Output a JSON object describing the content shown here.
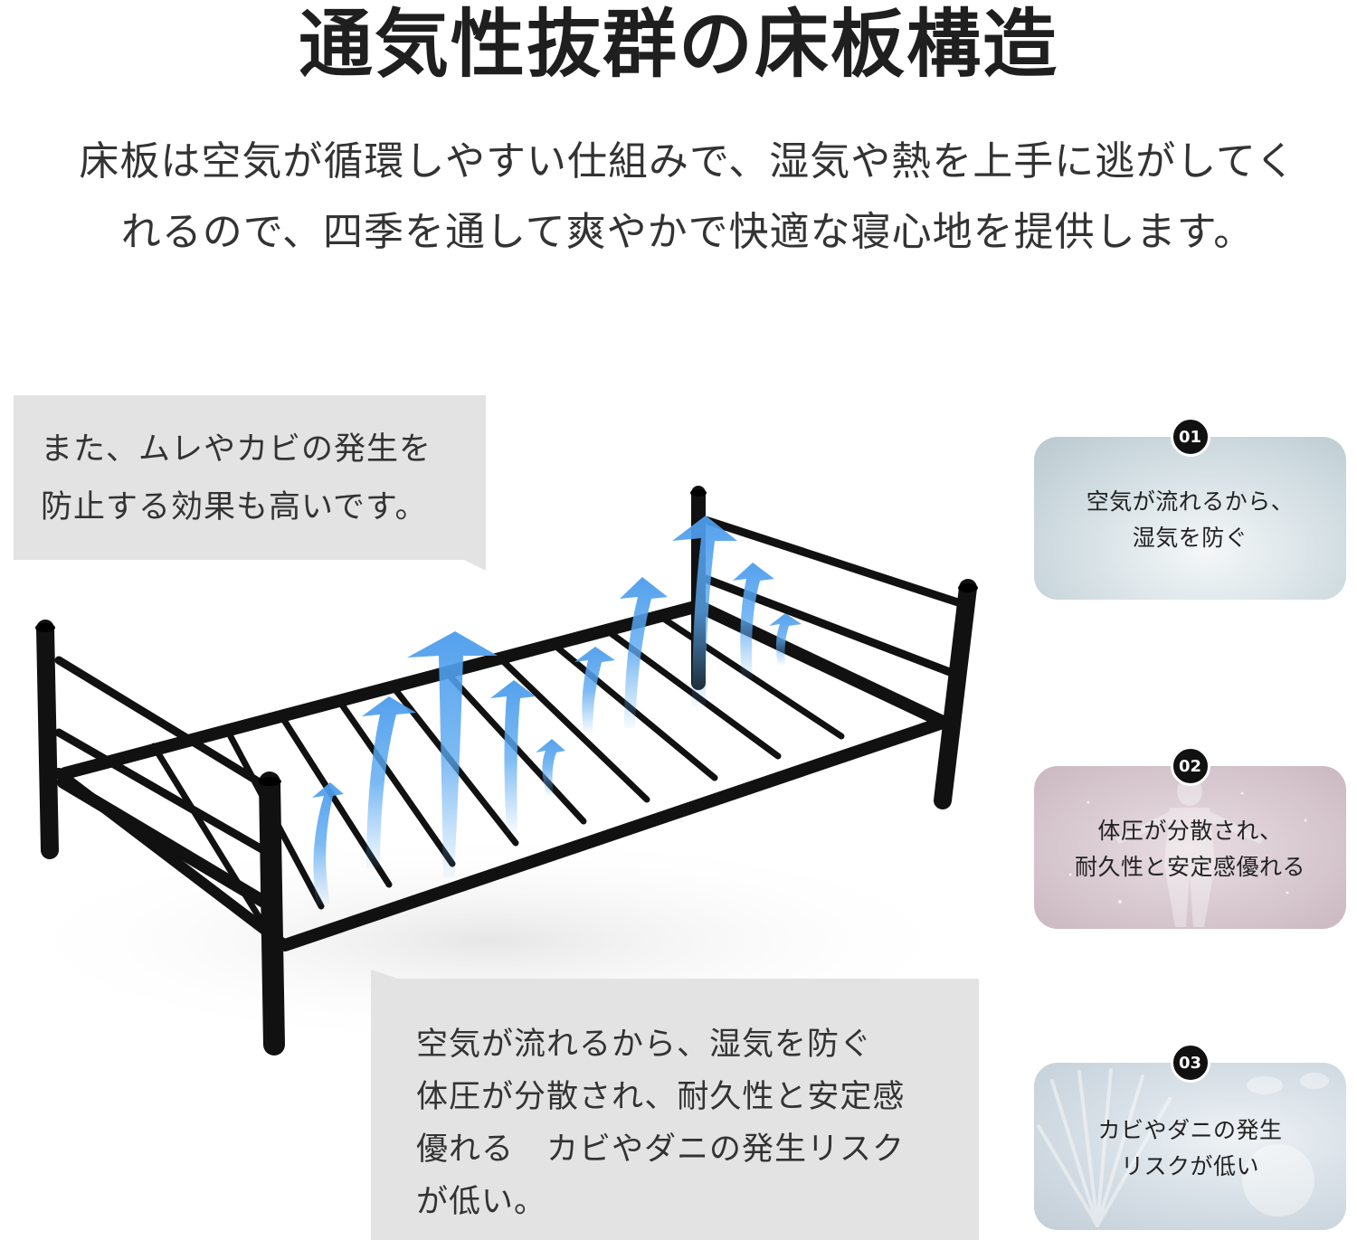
{
  "header": {
    "title": "通気性抜群の床板構造",
    "intro_lines": [
      "床板は空気が循環しやすい仕組みで、湿気や熱を上手に逃がしてく",
      "れるので、四季を通して爽やかで快適な寝心地を提供します。"
    ]
  },
  "callout_top": {
    "lines": [
      "また、ムレやカビの発生を",
      "防止する効果も高いです。"
    ]
  },
  "callout_bottom": {
    "lines": [
      "空気が流れるから、湿気を防ぐ",
      "体圧が分散され、耐久性と安定感",
      "優れる　カビやダニの発生リスク",
      "が低い。"
    ]
  },
  "product_image": {
    "subject": "black metal single bed frame with slatted base",
    "overlay_icon": "airflow-arrows",
    "frame_color": "#111111",
    "arrow_color": "#5aa8f0"
  },
  "features": [
    {
      "number": "01",
      "lines": [
        "空気が流れるから、",
        "湿気を防ぐ"
      ],
      "background": "mist"
    },
    {
      "number": "02",
      "lines": [
        "体圧が分散され、",
        "耐久性と安定感優れる"
      ],
      "background": "body-silhouette"
    },
    {
      "number": "03",
      "lines": [
        "カビやダニの発生",
        "リスクが低い"
      ],
      "background": "microbes"
    }
  ]
}
